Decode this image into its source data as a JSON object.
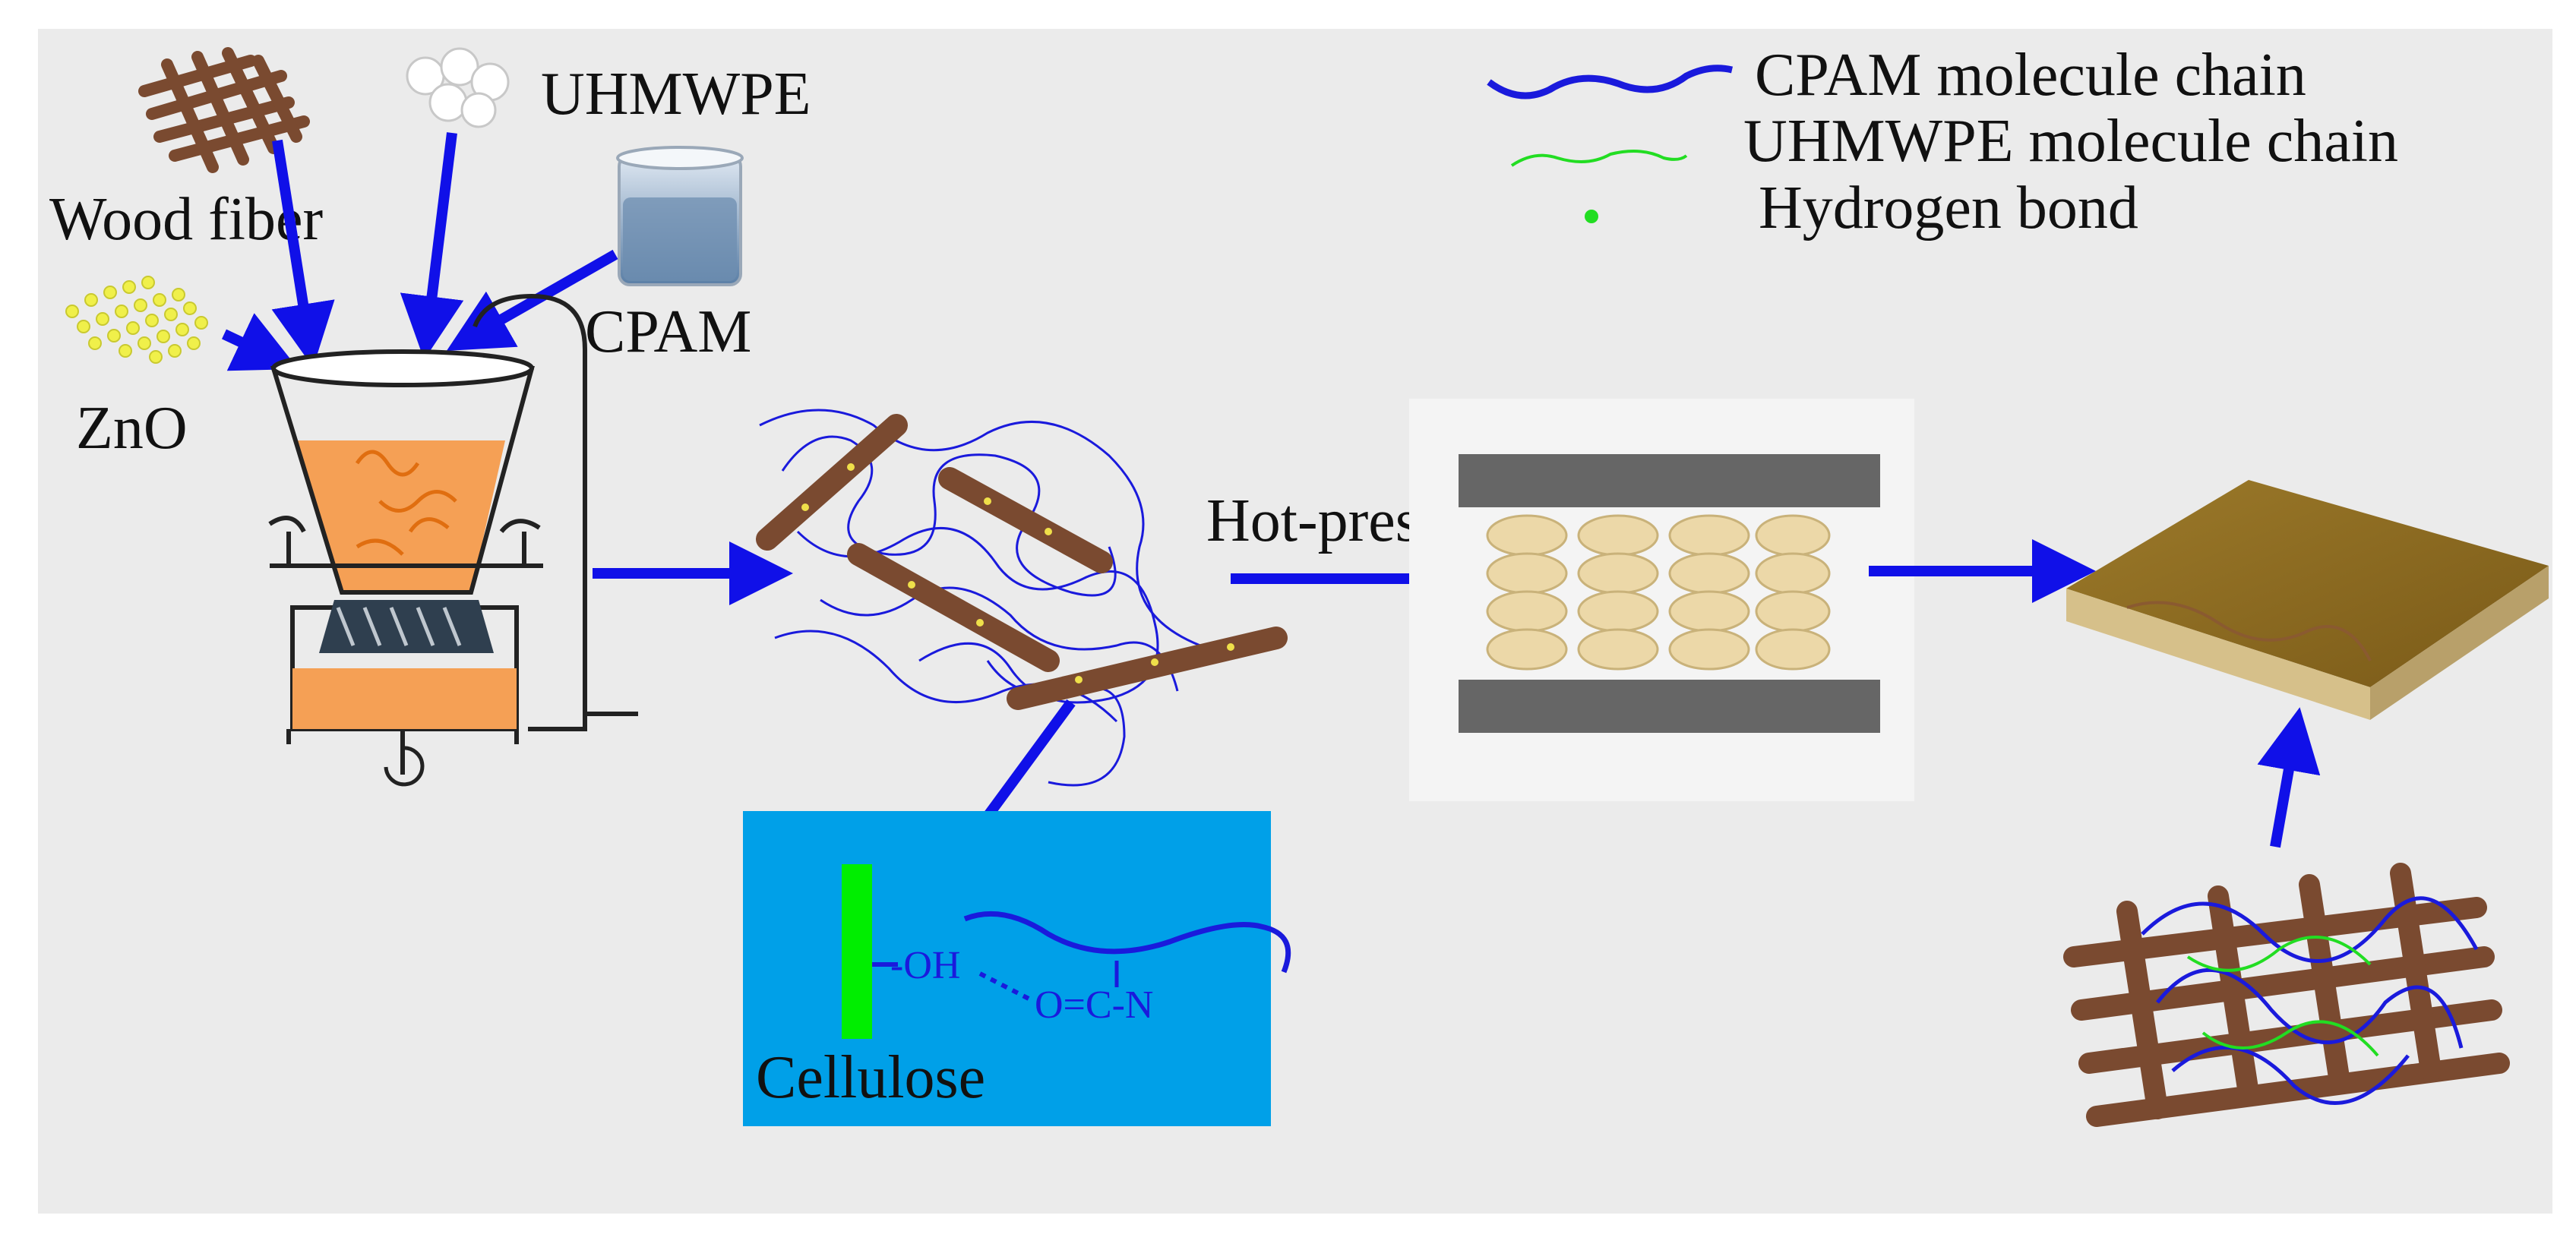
{
  "labels": {
    "wood_fiber": "Wood fiber",
    "uhmwpe": "UHMWPE",
    "cpam": "CPAM",
    "zno": "ZnO",
    "hot_press": "Hot-press",
    "cellulose": "Cellulose",
    "oh_group": "-OH",
    "amide_group": "O=C-N"
  },
  "legend": {
    "cpam_chain": "CPAM molecule chain",
    "uhmwpe_chain": "UHMWPE molecule chain",
    "hydrogen_bond": "Hydrogen bond"
  },
  "colors": {
    "background": "#ebebeb",
    "arrow": "#1010e8",
    "cpam_chain": "#1a1adc",
    "uhmwpe_chain": "#22dd22",
    "wood": "#7a4a30",
    "inset_bg": "#00a0e8",
    "cellulose_bar": "#00ee00",
    "slurry": "#f5a055",
    "press_plate": "#666666",
    "board_top": "#8c6a22"
  }
}
